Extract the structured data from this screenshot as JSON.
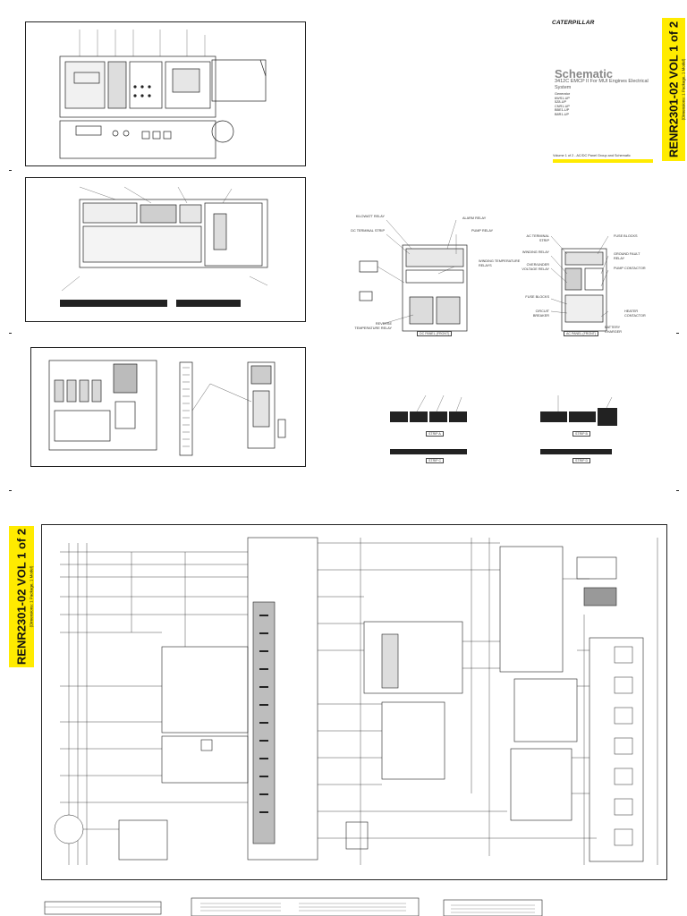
{
  "header": {
    "brand": "CATERPILLAR",
    "doc_code_right": "RENR2301-02 VOL 1 of 2",
    "doc_subline_right": "(Dimensions: 1 Package, 1 Model)",
    "doc_code_left": "RENR2301-02 VOL 1 of 2",
    "doc_subline_left": "(Dimensions: 1 Package, 1 Model)"
  },
  "title_block": {
    "title": "Schematic",
    "subtitle": "3412C EMCP II For MUI Engines Electrical System",
    "serials": [
      "Generator",
      "6WS1-UP",
      "5Z8-UP",
      "CNR1-UP",
      "BBE1-UP",
      "B8R1-UP"
    ],
    "volume_note": "Volume 1 of 2 - AC/DC Panel Group and Schematic"
  },
  "callouts": {
    "panel3": {
      "alarm_relay": "ALARM RELAY",
      "dc_terminal_strip": "DC TERMINAL STRIP",
      "pump_relay": "PUMP RELAY",
      "kilowatt_relay": "KILOWATT RELAY",
      "winding_temperature_relays": "WINDING TEMPERATURE RELAYS",
      "reverse_temperature_relay": "REVERSE TEMPERATURE RELAY",
      "caption": "DC PANEL (FRONT)"
    },
    "panel4": {
      "ac_terminal_strip": "AC TERMINAL STRIP",
      "fuse_blocks": "FUSE BLOCKS",
      "winding_relay": "WINDING RELAY",
      "ground_fault_relay": "GROUND FAULT RELAY",
      "overvoltage_relay": "OVER/UNDER VOLTAGE RELAY",
      "pump_contactor": "PUMP CONTACTOR",
      "fuse_blocks_2": "FUSE BLOCKS",
      "circuit_breaker": "CIRCUIT BREAKER",
      "heater_contactor": "HEATER CONTACTOR",
      "battery_charger": "BATTERY CHARGER",
      "caption": "AC PANEL (FRONT)"
    },
    "strips": {
      "strip_a": "STRIP A",
      "strip_b": "STRIP B",
      "strip_c": "STRIP C",
      "strip_d": "STRIP D"
    }
  },
  "colors": {
    "accent_yellow": "#ffeb00",
    "line": "#222222",
    "shade": "#bdbdbd"
  },
  "icons": {
    "brand": "caterpillar-logo",
    "callout": "leader-line-icon"
  }
}
